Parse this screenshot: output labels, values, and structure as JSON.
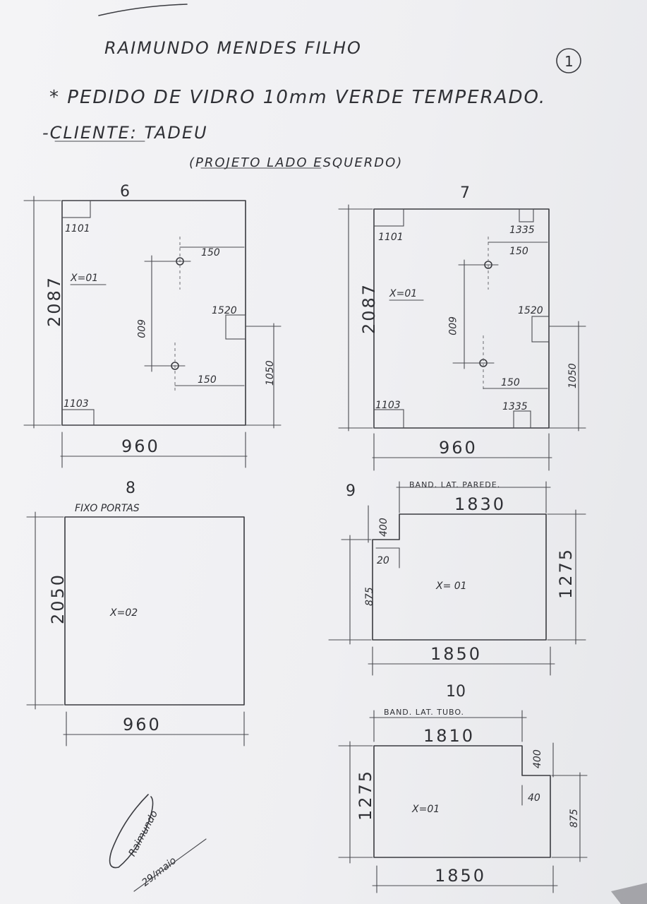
{
  "header": {
    "name": "RAIMUNDO MENDES FILHO",
    "order": "* PEDIDO DE VIDRO 10mm VERDE TEMPERADO.",
    "client": "-CLIENTE: TADEU",
    "project": "(PROJETO LADO ESQUERDO)",
    "page_number": "1"
  },
  "pieces": {
    "p6": {
      "number": "6",
      "width": "960",
      "height": "2087",
      "qty": "X=01",
      "hole_spacing": "600",
      "hole_top_offset": "150",
      "hole_bottom_offset": "150",
      "cut_top_left": "1101",
      "cut_right": "1520",
      "cut_bottom_left": "1103",
      "right_height": "1050"
    },
    "p7": {
      "number": "7",
      "width": "960",
      "height": "2087",
      "qty": "X=01",
      "hole_spacing": "600",
      "hole_top_offset": "150",
      "hole_bottom_offset": "150",
      "cut_top_left": "1101",
      "cut_top_right": "1335",
      "cut_right": "1520",
      "cut_bottom_left": "1103",
      "cut_bottom_right": "1335",
      "right_height": "1050"
    },
    "p8": {
      "number": "8",
      "label": "FIXO PORTAS",
      "width": "960",
      "height": "2050",
      "qty": "X=02"
    },
    "p9": {
      "number": "9",
      "label": "BAND. LAT. PAREDE.",
      "top_width": "1830",
      "bottom_width": "1850",
      "left_height": "875",
      "right_height": "1275",
      "notch_height": "400",
      "notch_width": "20",
      "qty": "X= 01"
    },
    "p10": {
      "number": "10",
      "label": "BAND. LAT. TUBO.",
      "top_width": "1810",
      "bottom_width": "1850",
      "left_height": "1275",
      "right_height": "875",
      "notch_height": "400",
      "notch_width": "40",
      "qty": "X=01"
    }
  },
  "signature": {
    "name": "Raimundo",
    "date": "29/maio"
  },
  "colors": {
    "ink": "#3a3b40",
    "paper": "#f4f4f6"
  }
}
